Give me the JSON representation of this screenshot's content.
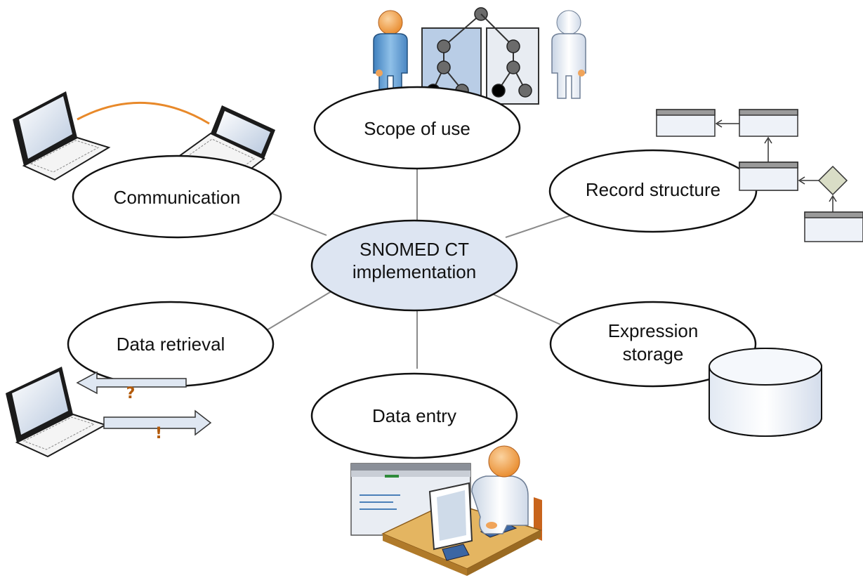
{
  "center": {
    "line1": "SNOMED CT",
    "line2": "implementation"
  },
  "nodes": {
    "scope_of_use": "Scope of use",
    "communication": "Communication",
    "record_structure": "Record structure",
    "data_retrieval": "Data retrieval",
    "expression_storage_line1": "Expression",
    "expression_storage_line2": "storage",
    "data_entry": "Data entry"
  },
  "symbols": {
    "question_mark": "?",
    "exclamation_mark": "!"
  },
  "colors": {
    "center_fill": "#dde5f2",
    "edge": "#8a8a8a",
    "person_blue": "#6fa8d8",
    "person_white": "#f2f5fa",
    "skin": "#f0a45a",
    "link_orange": "#e8892a",
    "tree_box_blue": "#b9cde6",
    "tree_box_grey": "#e8ecf2",
    "record_box": "#eef2f8",
    "record_header": "#9a9a9a",
    "diamond": "#d9ddc6",
    "arrow_fill": "#dfe7f2",
    "mark_color": "#b35a0a",
    "desk": "#e4b561"
  },
  "icons": [
    "laptop-icon",
    "person-icon",
    "tree-diagram-icon",
    "database-cylinder-icon",
    "record-box-icon",
    "diamond-icon",
    "arrow-icon",
    "desk-computer-icon",
    "form-window-icon"
  ]
}
